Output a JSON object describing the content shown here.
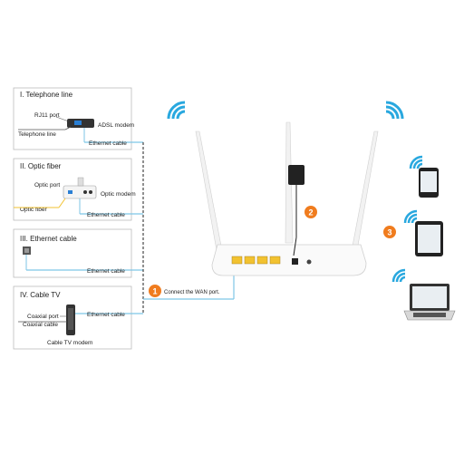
{
  "sections": [
    {
      "title": "I. Telephone line",
      "labels": [
        "RJ11 port",
        "ADSL modem",
        "Telephone line",
        "Ethernet cable"
      ]
    },
    {
      "title": "II. Optic fiber",
      "labels": [
        "Optic port",
        "Optic modem",
        "Optic fiber",
        "Ethernet cable"
      ]
    },
    {
      "title": "III. Ethernet cable",
      "labels": [
        "Ethernet cable"
      ]
    },
    {
      "title": "IV. Cable TV",
      "labels": [
        "Coaxial port",
        "Coaxial cable",
        "Ethernet cable",
        "Cable TV modem"
      ]
    }
  ],
  "steps": [
    {
      "number": "1",
      "text": "Connect the WAN port."
    },
    {
      "number": "2",
      "text": ""
    },
    {
      "number": "3",
      "text": ""
    }
  ],
  "colors": {
    "step": "#f07c1e",
    "cable": "#7ec6e6",
    "wifi": "#29a8df",
    "port": "#f2c230"
  },
  "icons": [
    "wifi-icon",
    "router-icon",
    "power-adapter-icon",
    "phone-icon",
    "tablet-icon",
    "laptop-icon"
  ]
}
